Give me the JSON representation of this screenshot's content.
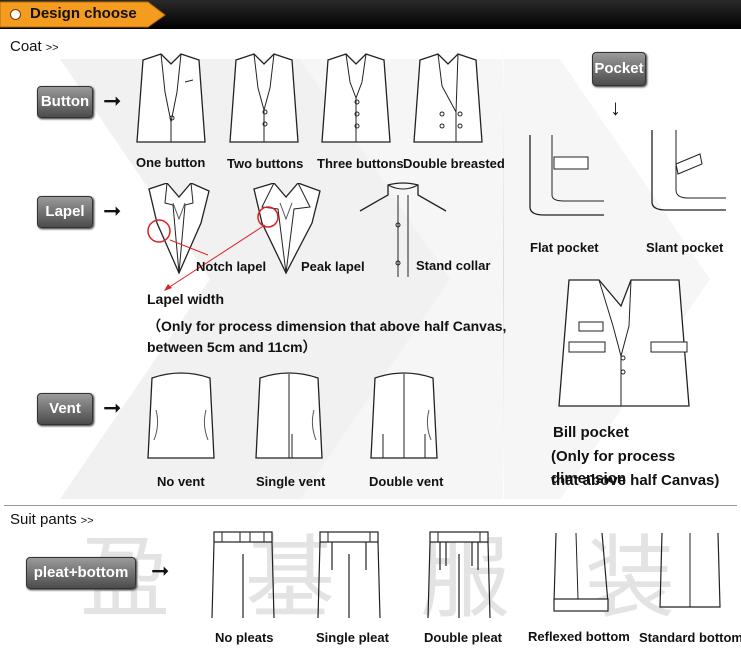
{
  "header": {
    "title": "Design choose",
    "colors": {
      "bar": "#000000",
      "tab": "#f39c1f"
    }
  },
  "coat": {
    "label": "Coat",
    "arrow_mark": ">>",
    "button": {
      "tag": "Button",
      "options": [
        "One button",
        "Two buttons",
        "Three buttons",
        "Double breasted"
      ]
    },
    "lapel": {
      "tag": "Lapel",
      "options": [
        "Notch lapel",
        "Peak lapel",
        "Stand collar"
      ],
      "width_title": "Lapel width",
      "width_note_line1": "（Only for process dimension that above half Canvas,",
      "width_note_line2": "between 5cm and 11cm）"
    },
    "vent": {
      "tag": "Vent",
      "options": [
        "No vent",
        "Single vent",
        "Double vent"
      ]
    }
  },
  "pocket": {
    "tag": "Pocket",
    "options": [
      "Flat pocket",
      "Slant pocket"
    ],
    "bill_title": "Bill pocket",
    "bill_note_line1": "(Only for process dimension",
    "bill_note_line2": "that above half Canvas)"
  },
  "pants": {
    "label": "Suit pants",
    "arrow_mark": ">>",
    "tag": "pleat+bottom",
    "options": [
      "No pleats",
      "Single pleat",
      "Double pleat",
      "Reflexed bottom",
      "Standard bottom"
    ]
  },
  "watermark": [
    "盈",
    "基",
    "服",
    "装"
  ]
}
